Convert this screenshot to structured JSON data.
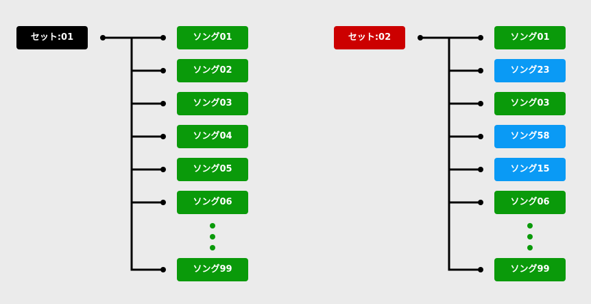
{
  "colors": {
    "background": "#ebebeb",
    "line": "#000000",
    "song_default": "#0a9a0a",
    "song_changed": "#0a9af5",
    "dots": "#0a9a0a"
  },
  "sets": [
    {
      "label": "セット:01",
      "color": "#000000",
      "songs": [
        {
          "label": "ソング01",
          "color": "#0a9a0a"
        },
        {
          "label": "ソング02",
          "color": "#0a9a0a"
        },
        {
          "label": "ソング03",
          "color": "#0a9a0a"
        },
        {
          "label": "ソング04",
          "color": "#0a9a0a"
        },
        {
          "label": "ソング05",
          "color": "#0a9a0a"
        },
        {
          "label": "ソング06",
          "color": "#0a9a0a"
        }
      ],
      "last_song": {
        "label": "ソング99",
        "color": "#0a9a0a"
      }
    },
    {
      "label": "セット:02",
      "color": "#cc0000",
      "songs": [
        {
          "label": "ソング01",
          "color": "#0a9a0a"
        },
        {
          "label": "ソング23",
          "color": "#0a9af5"
        },
        {
          "label": "ソング03",
          "color": "#0a9a0a"
        },
        {
          "label": "ソング58",
          "color": "#0a9af5"
        },
        {
          "label": "ソング15",
          "color": "#0a9af5"
        },
        {
          "label": "ソング06",
          "color": "#0a9a0a"
        }
      ],
      "last_song": {
        "label": "ソング99",
        "color": "#0a9a0a"
      }
    }
  ]
}
